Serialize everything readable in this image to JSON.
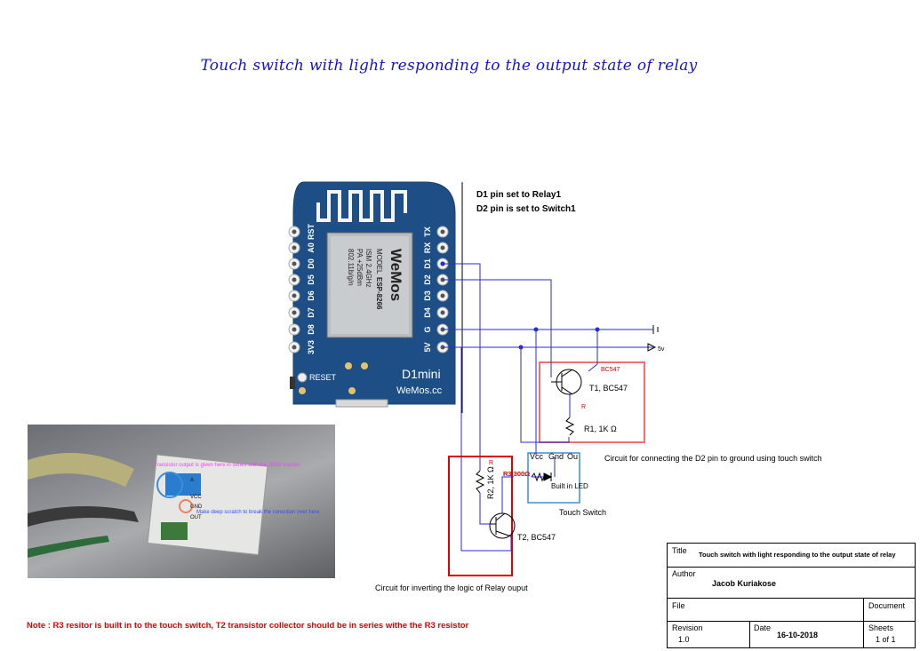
{
  "title": "Touch switch with light responding to the output state of relay",
  "pin_notes": [
    "D1 pin set to Relay1",
    "D2 pin is set to Switch1"
  ],
  "board": {
    "left_pins": [
      "RST",
      "A0",
      "D0",
      "D5",
      "D6",
      "D7",
      "D8",
      "3V3"
    ],
    "right_pins": [
      "TX",
      "RX",
      "D1",
      "D2",
      "D3",
      "D4",
      "G",
      "5V"
    ],
    "module_text": [
      "MODEL",
      "ESP-8266",
      "ISM 2.4GHz",
      "PA +25dBm",
      "802.11b/g/n"
    ],
    "module_brand": "WeMos",
    "reset_label": "RESET",
    "name": "D1mini",
    "site": "WeMos.cc"
  },
  "rails": {
    "gnd": "",
    "vcc": "5v"
  },
  "circuit_switch": {
    "label": "Circuit for connecting the D2 pin to ground using touch switch",
    "t1_small": "BC547",
    "t1": "T1, BC547",
    "r_small": "R",
    "r1": "R1, 1K Ω",
    "color": "#f07070"
  },
  "touch_switch": {
    "pins": [
      "Vcc",
      "Gnd",
      "Ou"
    ],
    "r3": "R3 300Ω",
    "led": "Built in LED",
    "label": "Touch Switch",
    "color": "#3a8fd8"
  },
  "circuit_invert": {
    "r_small": "R",
    "r2": "R2, 1K Ω",
    "t2": "T2, BC547",
    "label": "Circuit for inverting the logic of Relay ouput",
    "color": "#e00000"
  },
  "photo_notes": [
    "Transistor output is given here in series with the 300Ω resistor",
    "Make deep scratch to break the conection over here"
  ],
  "photo_labels": [
    "A",
    "VCC",
    "GND",
    "OUT"
  ],
  "note": "Note : R3 resitor is built in to the touch switch, T2 transistor collector should be in series withe the R3 resistor",
  "title_block": {
    "title_label": "Title",
    "title_value": "Touch switch with light responding to the output state of relay",
    "author_label": "Author",
    "author_value": "Jacob Kuriakose",
    "file_label": "File",
    "document_label": "Document",
    "revision_label": "Revision",
    "revision_value": "1.0",
    "date_label": "Date",
    "date_value": "16-10-2018",
    "sheets_label": "Sheets",
    "sheets_value": "1 of 1"
  }
}
